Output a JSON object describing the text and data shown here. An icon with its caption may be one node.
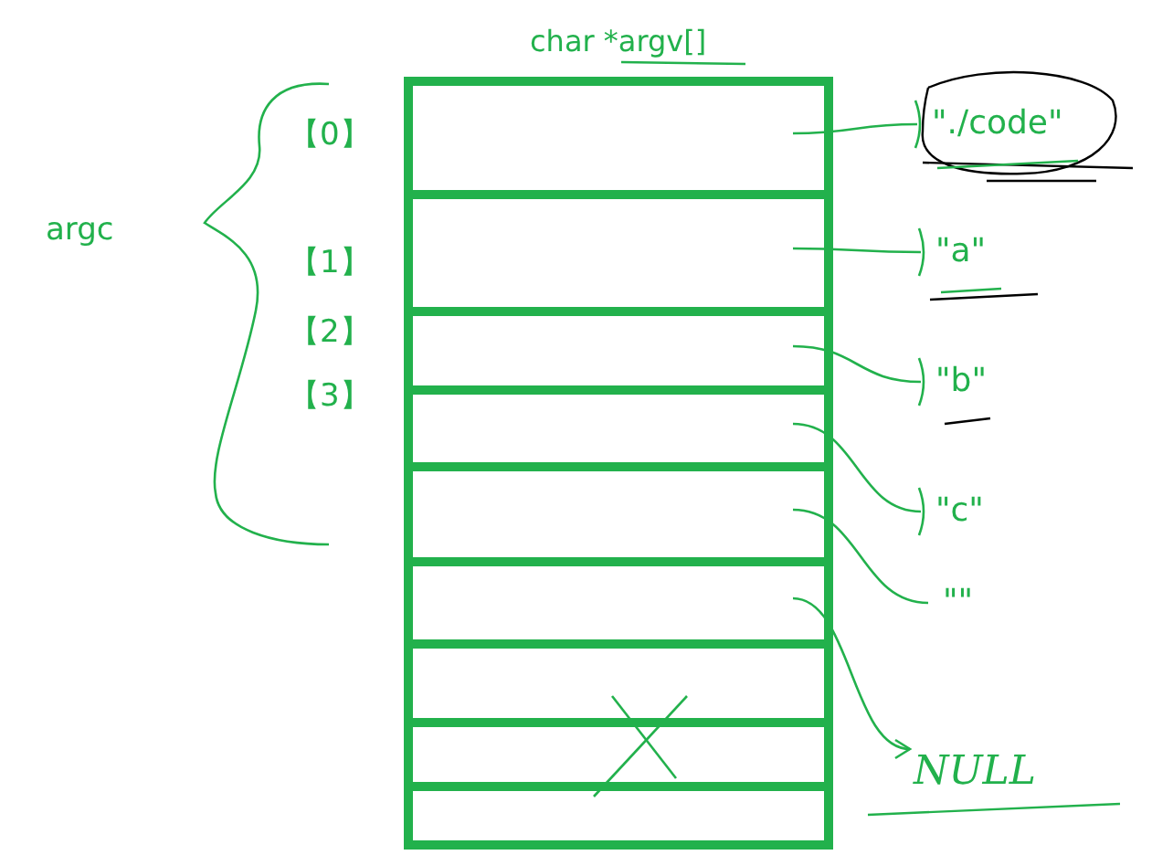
{
  "diagram": {
    "nodes": [
      {
        "text": [
          "char *argv[]"
        ]
      },
      {
        "text": [],
        "shape": "box",
        "in": 0
      },
      {
        "text": [],
        "shape": "box",
        "in": 0
      },
      {
        "text": [],
        "shape": "box",
        "in": 0
      },
      {
        "text": [],
        "shape": "box",
        "in": 0
      },
      {
        "text": [],
        "shape": "box",
        "in": 0
      },
      {
        "text": [],
        "shape": "box",
        "in": 0
      },
      {
        "text": [],
        "shape": "box",
        "in": 0
      },
      {
        "text": [],
        "shape": "box",
        "in": 0
      },
      {
        "text": [],
        "shape": "box",
        "in": 0
      },
      {
        "text": [
          "\"./code\""
        ]
      },
      {
        "text": [
          "\"a\""
        ]
      },
      {
        "text": [
          "\"b\""
        ]
      },
      {
        "text": [
          "\"c\""
        ]
      },
      {
        "text": [
          "\"\""
        ]
      },
      {
        "text": [
          "NULL"
        ]
      }
    ],
    "edges": [
      {
        "from": 1,
        "to": 10,
        "arrow": "other"
      },
      {
        "from": 2,
        "to": 11,
        "arrow": "other"
      },
      {
        "from": 3,
        "to": 12,
        "arrow": "other"
      },
      {
        "from": 4,
        "to": 13,
        "arrow": "other"
      },
      {
        "from": 5,
        "to": 14,
        "arrow": "none"
      },
      {
        "from": 6,
        "to": 15,
        "arrow": "to"
      }
    ],
    "labels": [
      "【0】",
      "argc",
      "【1】",
      "【2】",
      "【3】"
    ]
  }
}
